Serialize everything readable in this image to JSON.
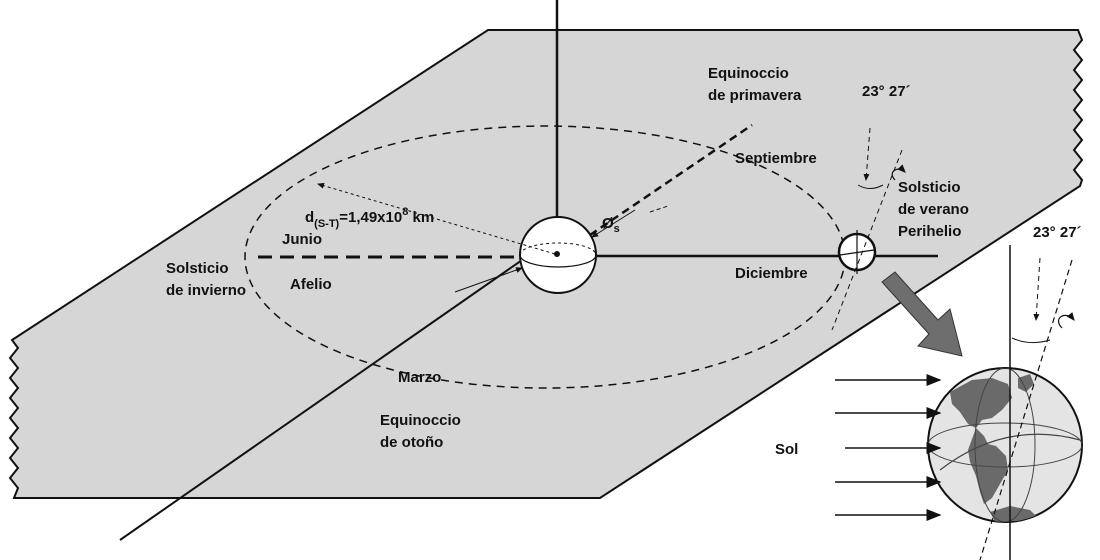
{
  "labels": {
    "spring_equinox_line1": "Equinoccio",
    "spring_equinox_line2": "de primavera",
    "tilt_angle_top": "23° 27´",
    "tilt_angle_earth": "23° 27´",
    "september": "Septiembre",
    "summer_solstice_line1": "Solsticio",
    "summer_solstice_line2": "de verano",
    "perihelion": "Perihelio",
    "distance_prefix": "d",
    "distance_subscript": "(S-T)",
    "distance_value": "=1,49x10",
    "distance_exponent": "8",
    "distance_unit": " km",
    "june": "Junio",
    "angle_symbol": "Ø",
    "angle_subscript": "s",
    "winter_solstice_line1": "Solsticio",
    "winter_solstice_line2": "de invierno",
    "aphelion": "Afelio",
    "december": "Diciembre",
    "march": "Marzo",
    "autumn_equinox_line1": "Equinoccio",
    "autumn_equinox_line2": "de otoño",
    "sun": "Sol"
  },
  "colors": {
    "plane": "#d6d6d6",
    "ink": "#111111",
    "arrow": "#6e6e6e",
    "globe_ocean": "#e4e4e4",
    "globe_land": "#6a6a6a"
  }
}
